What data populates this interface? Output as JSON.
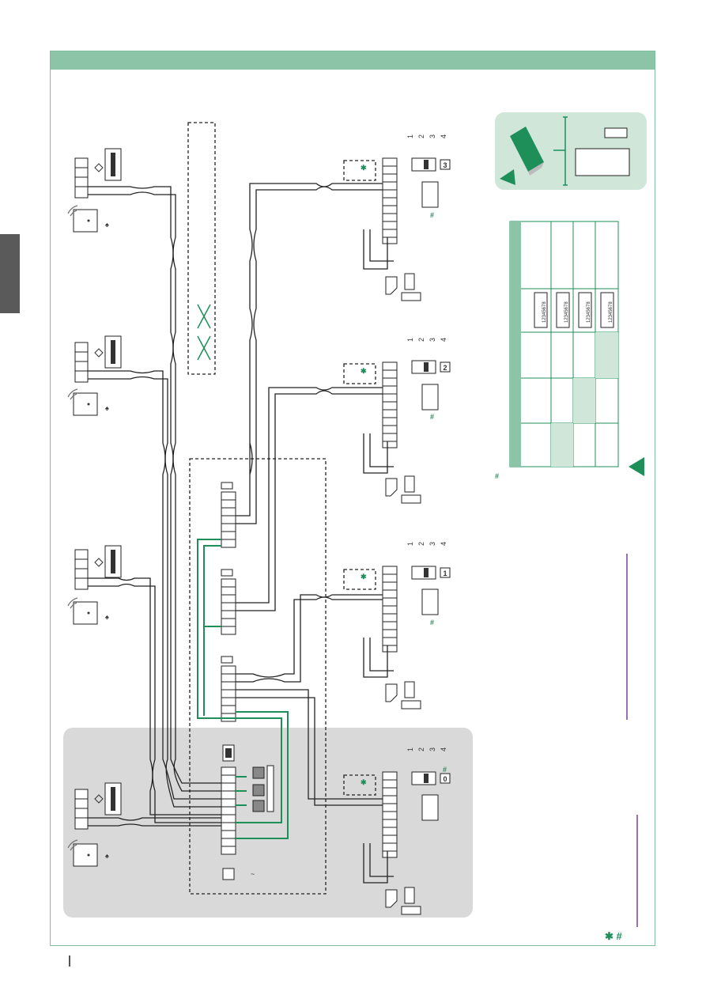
{
  "colors": {
    "header": "#8cc4a8",
    "accent": "#1f8f5a",
    "panel_grey": "#d9d9d9",
    "info_panel": "#cfe6d8",
    "side_tab": "#5a5a5a",
    "purple_rule": "#7a3fa0"
  },
  "switch_labels": [
    "1",
    "2",
    "3",
    "4"
  ],
  "address_labels": [
    "0",
    "1",
    "2",
    "3"
  ],
  "dip_numbers": "12345678",
  "symbols": {
    "asterisk": "✱",
    "hash": "#",
    "footer_symbols": "✱ #"
  },
  "icons": [
    "warning-triangle-icon",
    "wireless-icon",
    "bell-icon",
    "diamond-icon",
    "asterisk-icon",
    "hash-icon"
  ]
}
